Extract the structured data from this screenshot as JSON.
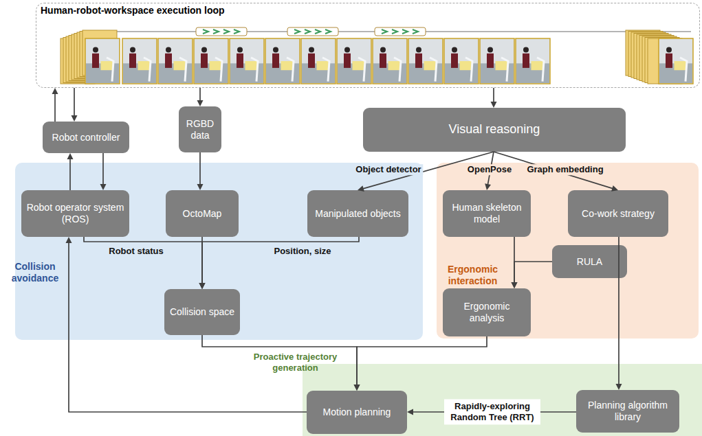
{
  "diagram": {
    "nodes": [
      {
        "text": [
          "Human-robot-workspace execution loop"
        ]
      },
      {
        "text": [
          "Robot controller"
        ]
      },
      {
        "text": [
          "RGBD data"
        ]
      },
      {
        "text": [
          "Visual reasoning"
        ]
      },
      {
        "text": [
          "Collision avoidance"
        ]
      },
      {
        "text": [
          "Robot operator system (ROS)"
        ],
        "in": 4
      },
      {
        "text": [
          "OctoMap"
        ],
        "in": 4
      },
      {
        "text": [
          "Manipulated objects"
        ],
        "in": 4
      },
      {
        "text": [
          "Collision space"
        ],
        "in": 4
      },
      {
        "text": [
          "Ergonomic interaction"
        ]
      },
      {
        "text": [
          "Human skeleton model"
        ],
        "in": 9
      },
      {
        "text": [
          "Co-work strategy"
        ],
        "in": 9
      },
      {
        "text": [
          "RULA"
        ],
        "in": 9
      },
      {
        "text": [
          "Ergonomic analysis"
        ],
        "in": 9
      },
      {
        "text": [
          "Proactive trajectory generation"
        ]
      },
      {
        "text": [
          "Motion planning"
        ],
        "in": 14
      },
      {
        "text": [
          "Planning algorithm library"
        ],
        "in": 14
      }
    ],
    "edges": [
      {
        "from": 1,
        "to": 0,
        "arrow": "to"
      },
      {
        "from": 0,
        "to": 1,
        "arrow": "to"
      },
      {
        "from": 0,
        "to": 2,
        "arrow": "to"
      },
      {
        "from": 0,
        "to": 3,
        "arrow": "to"
      },
      {
        "from": 5,
        "to": 1,
        "arrow": "to"
      },
      {
        "from": 1,
        "to": 5,
        "arrow": "to"
      },
      {
        "from": 2,
        "to": 6,
        "arrow": "to"
      },
      {
        "from": 3,
        "to": 7,
        "label": "Object detector",
        "arrow": "to"
      },
      {
        "from": 3,
        "to": 10,
        "label": "OpenPose",
        "arrow": "to"
      },
      {
        "from": 3,
        "to": 11,
        "label": "Graph embedding",
        "arrow": "to"
      },
      {
        "from": 6,
        "to": 8,
        "arrow": "to"
      },
      {
        "from": 5,
        "to": 8,
        "label": "Robot status",
        "arrow": "to"
      },
      {
        "from": 7,
        "to": 8,
        "label": "Position, size",
        "arrow": "to"
      },
      {
        "from": 10,
        "to": 13,
        "arrow": "to"
      },
      {
        "from": 12,
        "to": 13,
        "arrow": "to"
      },
      {
        "from": 11,
        "to": 16,
        "arrow": "to"
      },
      {
        "from": 8,
        "to": 15,
        "arrow": "to"
      },
      {
        "from": 13,
        "to": 15,
        "arrow": "to"
      },
      {
        "from": 16,
        "to": 15,
        "label": "Rapidly-exploring Random Tree (RRT)",
        "arrow": "to"
      },
      {
        "from": 15,
        "to": 5,
        "arrow": "to"
      }
    ]
  }
}
